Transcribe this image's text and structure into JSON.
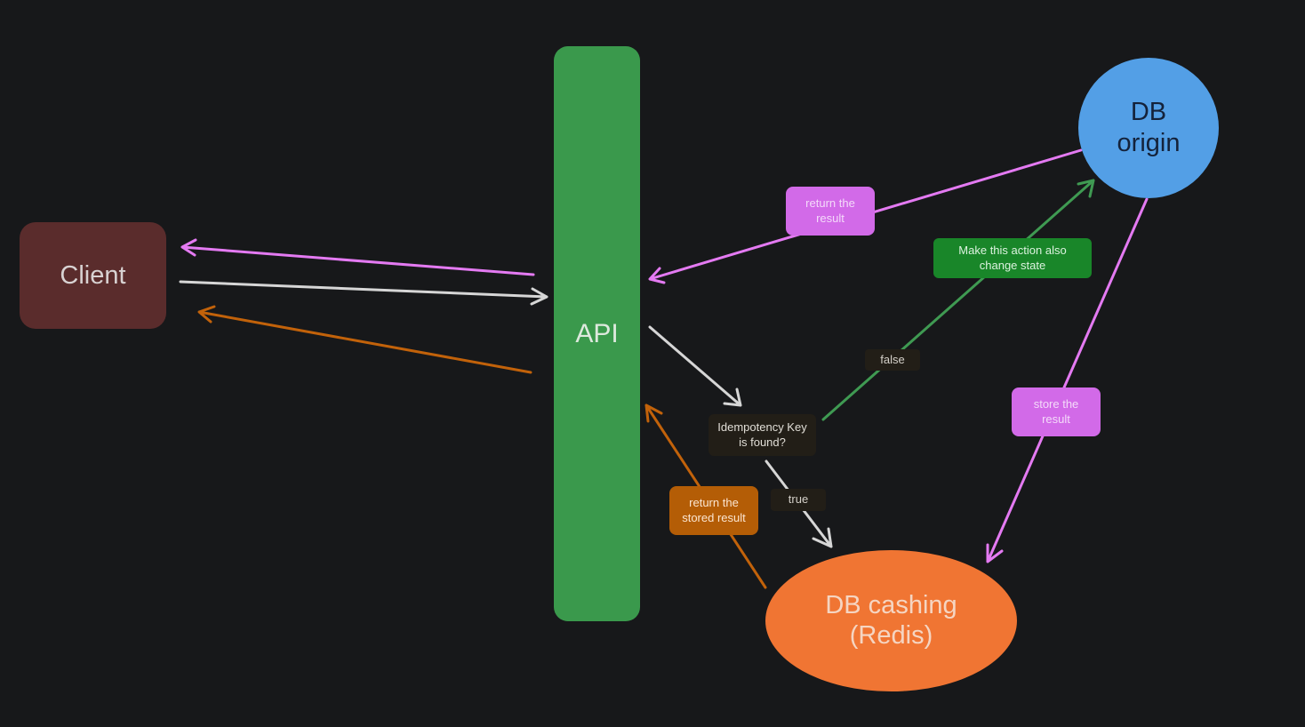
{
  "nodes": {
    "client": "Client",
    "api": "API",
    "db_origin_line1": "DB",
    "db_origin_line2": "origin",
    "db_cache_line1": "DB cashing",
    "db_cache_line2": "(Redis)"
  },
  "labels": {
    "return_result_line1": "return the",
    "return_result_line2": "result",
    "store_result_line1": "store the",
    "store_result_line2": "result",
    "make_action_line1": "Make this action also",
    "make_action_line2": "change state",
    "return_stored_line1": "return the",
    "return_stored_line2": "stored result",
    "idempotency_line1": "Idempotency Key",
    "idempotency_line2": "is found?",
    "false": "false",
    "true": "true"
  },
  "colors": {
    "background": "#17181a",
    "client": "#5a2c2c",
    "api": "#3a994c",
    "db_origin": "#539fe6",
    "db_cache": "#f07533",
    "arrow_pink": "#e47af2",
    "arrow_white": "#d6d6d6",
    "arrow_orange": "#c2620a",
    "arrow_green": "#3f9a52"
  }
}
